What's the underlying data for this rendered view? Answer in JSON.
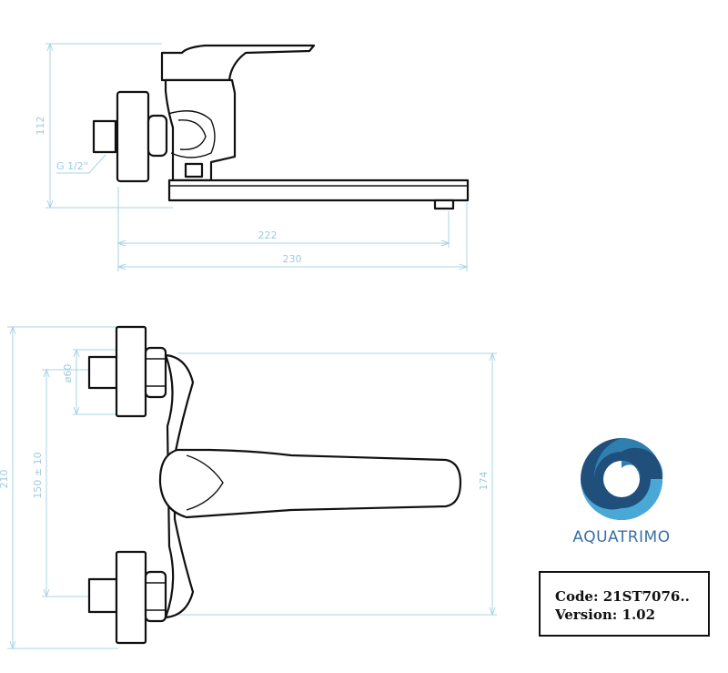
{
  "drawing": {
    "side_view": {
      "height_dim": "112",
      "thread_label": "G 1/2\"",
      "spout_reach_dim": "222",
      "overall_length_dim": "230"
    },
    "top_view": {
      "overall_height_dim": "210",
      "flange_dim": "ø60",
      "centers_dim": "150 ± 10",
      "lever_span_dim": "174"
    }
  },
  "brand": {
    "name_part1": "AQUA",
    "name_part2": "TRIMO",
    "logo_colors": [
      "#1f4f7a",
      "#2f7fb0",
      "#4aa8d6"
    ]
  },
  "info": {
    "code": "Code: 21ST7076..",
    "version": "Version: 1.02"
  },
  "colors": {
    "dimension": "#a8d4e6",
    "outline": "#111111"
  }
}
